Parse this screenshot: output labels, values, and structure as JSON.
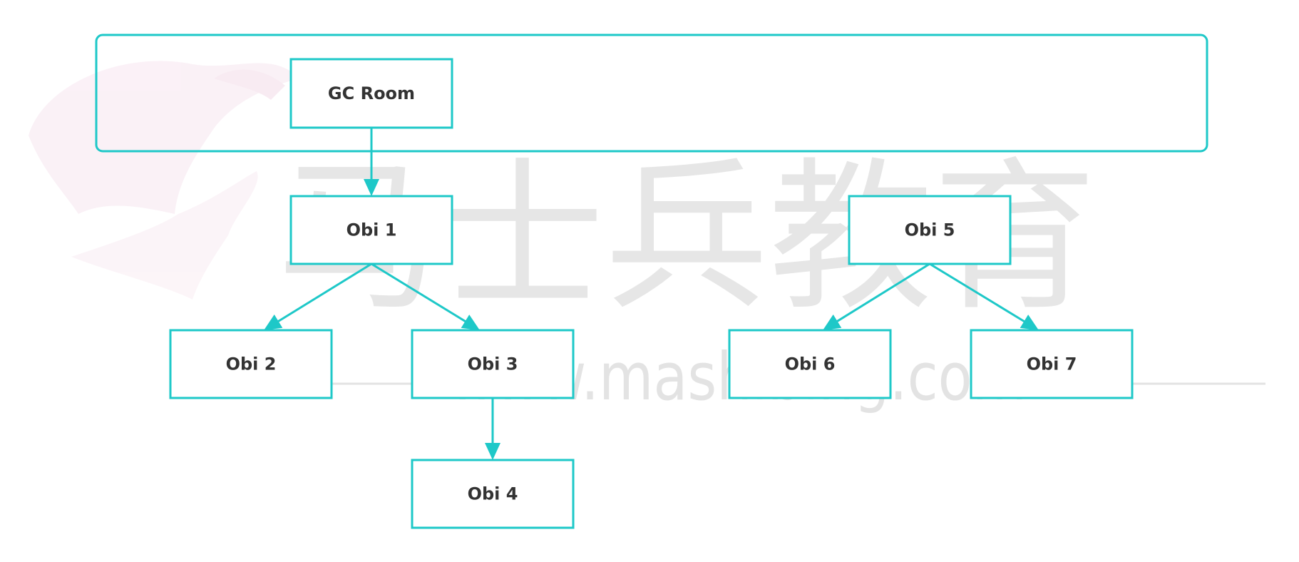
{
  "watermark": {
    "brand_cn": "马士兵教育",
    "url": "www.mashibing.com"
  },
  "diagram": {
    "accent_color": "#1ec8c8",
    "container": {
      "label": ""
    },
    "nodes": [
      {
        "id": "gc",
        "label": "GC Room"
      },
      {
        "id": "o1",
        "label": "Obi 1"
      },
      {
        "id": "o2",
        "label": "Obi 2"
      },
      {
        "id": "o3",
        "label": "Obi 3"
      },
      {
        "id": "o4",
        "label": "Obi 4"
      },
      {
        "id": "o5",
        "label": "Obi 5"
      },
      {
        "id": "o6",
        "label": "Obi 6"
      },
      {
        "id": "o7",
        "label": "Obi 7"
      }
    ],
    "edges": [
      {
        "from": "gc",
        "to": "o1"
      },
      {
        "from": "o1",
        "to": "o2"
      },
      {
        "from": "o1",
        "to": "o3"
      },
      {
        "from": "o3",
        "to": "o4"
      },
      {
        "from": "o5",
        "to": "o6"
      },
      {
        "from": "o5",
        "to": "o7"
      }
    ]
  }
}
